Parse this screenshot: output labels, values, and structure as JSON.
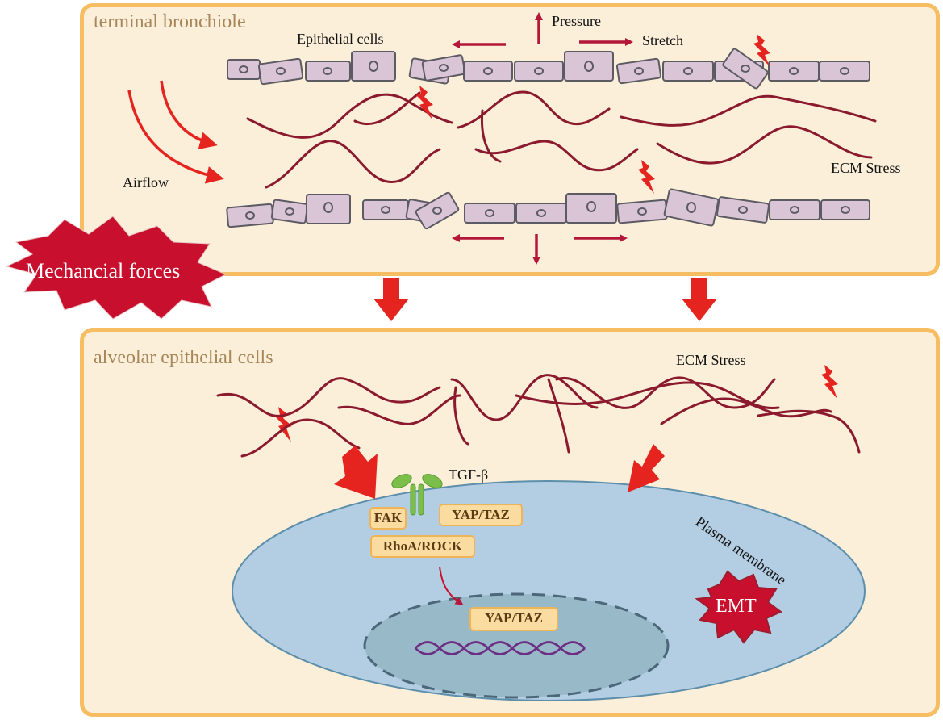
{
  "colors": {
    "panel_fill": "#fbefd9",
    "panel_border": "#f6bd63",
    "title_color": "#a7875a",
    "cell_fill": "#d9c5d6",
    "cell_stroke": "#5c5a62",
    "fiber_color": "#8b1a2e",
    "red_arrow": "#e52420",
    "dark_arrow": "#b5173b",
    "starburst": "#c8102e",
    "membrane_fill": "#b3cde3",
    "nucleus_fill": "#98b9c8",
    "badge_fill": "#fbdca0",
    "receptor": "#7bbf4a",
    "dna": "#6d2d82"
  },
  "panels": {
    "top_title": "terminal bronchiole",
    "bottom_title": "alveolar epithelial cells"
  },
  "labels": {
    "epithelial_cells": "Epithelial cells",
    "pressure": "Pressure",
    "stretch": "Stretch",
    "airflow": "Airflow",
    "ecm_stress_top": "ECM Stress",
    "ecm_stress_bottom": "ECM Stress",
    "tgf_beta": "TGF-β",
    "plasma_membrane": "Plasma membrane"
  },
  "starbursts": {
    "mechanical": "Mechancial forces",
    "emt": "EMT"
  },
  "badges": {
    "fak": "FAK",
    "yap_taz_membrane": "YAP/TAZ",
    "rhoa_rock": "RhoA/ROCK",
    "yap_taz_nucleus": "YAP/TAZ"
  },
  "icons": [
    "lightning-icon",
    "receptor-icon",
    "dna-helix-icon",
    "arrow-icon"
  ]
}
